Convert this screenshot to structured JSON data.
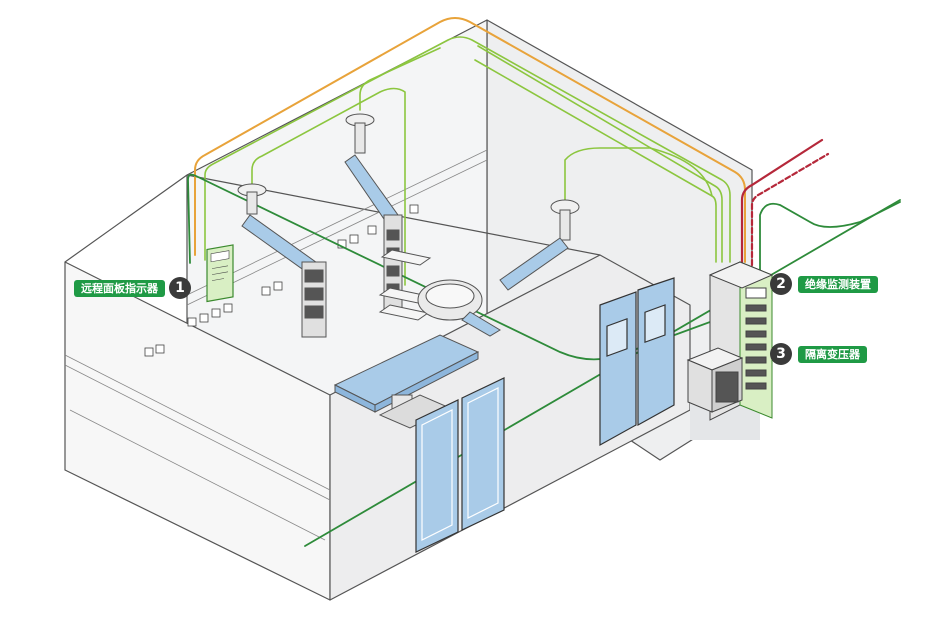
{
  "callouts": [
    {
      "number": "1",
      "label": "远程面板指示器"
    },
    {
      "number": "2",
      "label": "绝缘监测装置"
    },
    {
      "number": "3",
      "label": "隔离变压器"
    }
  ],
  "colors": {
    "wire_green": "#2e8b3a",
    "wire_light_green": "#8cc63f",
    "wire_orange": "#e8a33a",
    "wire_red": "#b5283a",
    "label_bg": "#1f9a45",
    "badge_bg": "#3a3a3a",
    "glass_blue": "#a9cbe8",
    "wall_grey": "#f2f3f4"
  }
}
